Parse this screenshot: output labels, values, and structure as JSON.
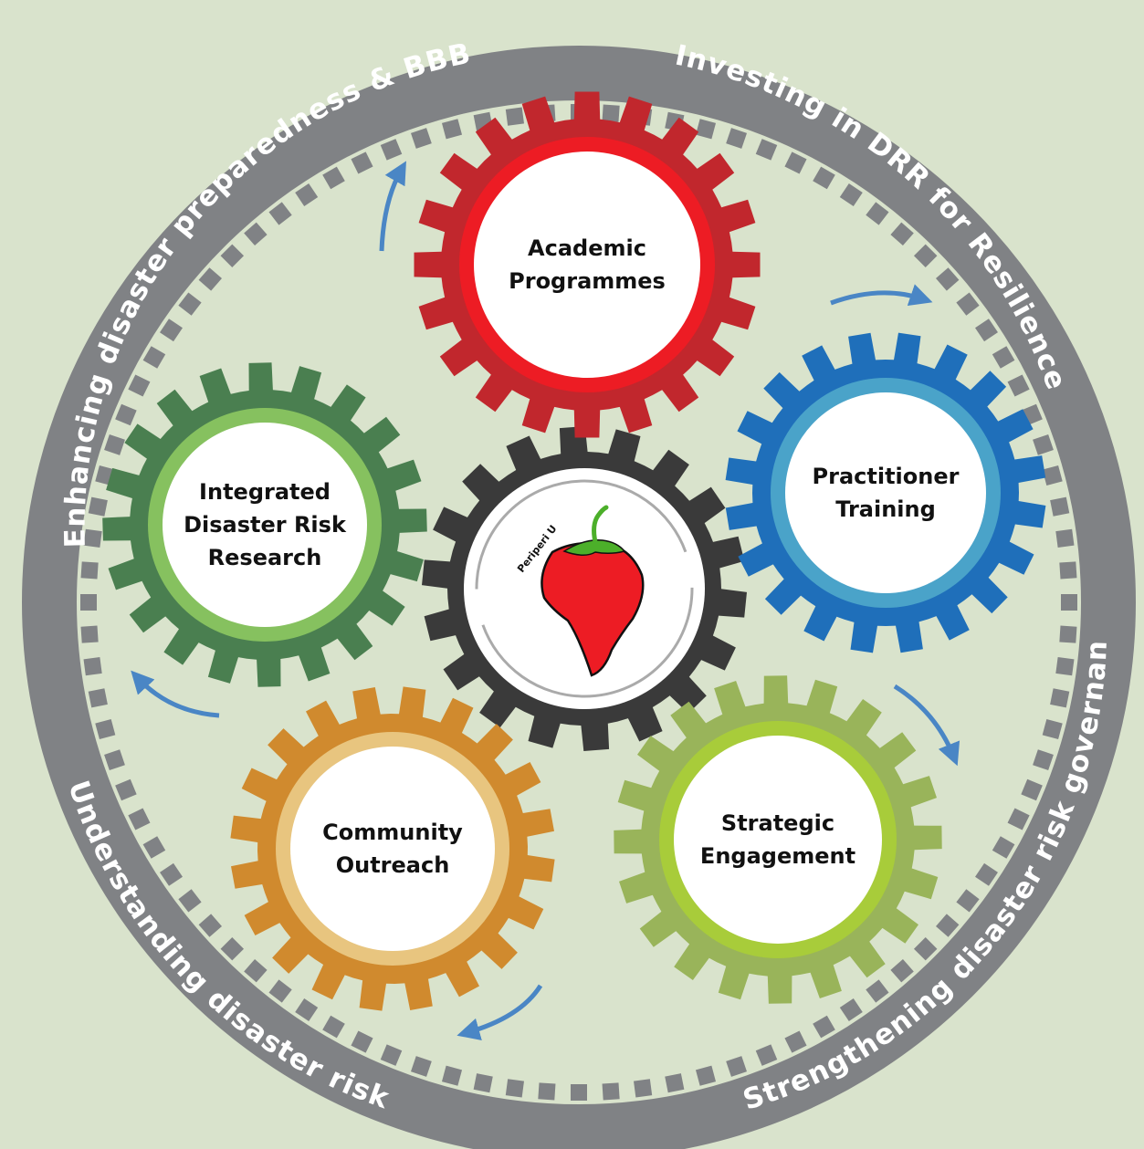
{
  "background_color": "#d9e3cc",
  "ring": {
    "color": "#808285",
    "labels": {
      "top_left": "Enhancing disaster preparedness & BBB",
      "top_right": "Investing in DRR for Resilience",
      "bottom_left": "Understanding disaster risk",
      "bottom_right": "Strengthening disaster risk governance"
    }
  },
  "arrow_color": "#4a86c5",
  "center_gear": {
    "color": "#3a3a3a",
    "logo_text": "Periperi U",
    "logo_color": "#ed1c24",
    "leaf_color": "#4caf2a"
  },
  "gears": [
    {
      "id": "academic",
      "label_lines": [
        "Academic",
        "Programmes"
      ],
      "outer_color": "#c1272d",
      "inner_color": "#ed1c24"
    },
    {
      "id": "practitioner",
      "label_lines": [
        "Practitioner",
        "Training"
      ],
      "outer_color": "#1f6fba",
      "inner_color": "#4aa3c9"
    },
    {
      "id": "strategic",
      "label_lines": [
        "Strategic",
        "Engagement"
      ],
      "outer_color": "#99b45a",
      "inner_color": "#a8cc3a"
    },
    {
      "id": "community",
      "label_lines": [
        "Community",
        "Outreach"
      ],
      "outer_color": "#d08a2e",
      "inner_color": "#e8c57f"
    },
    {
      "id": "research",
      "label_lines": [
        "Integrated",
        "Disaster Risk",
        "Research"
      ],
      "outer_color": "#4a7f50",
      "inner_color": "#86c15f"
    }
  ]
}
